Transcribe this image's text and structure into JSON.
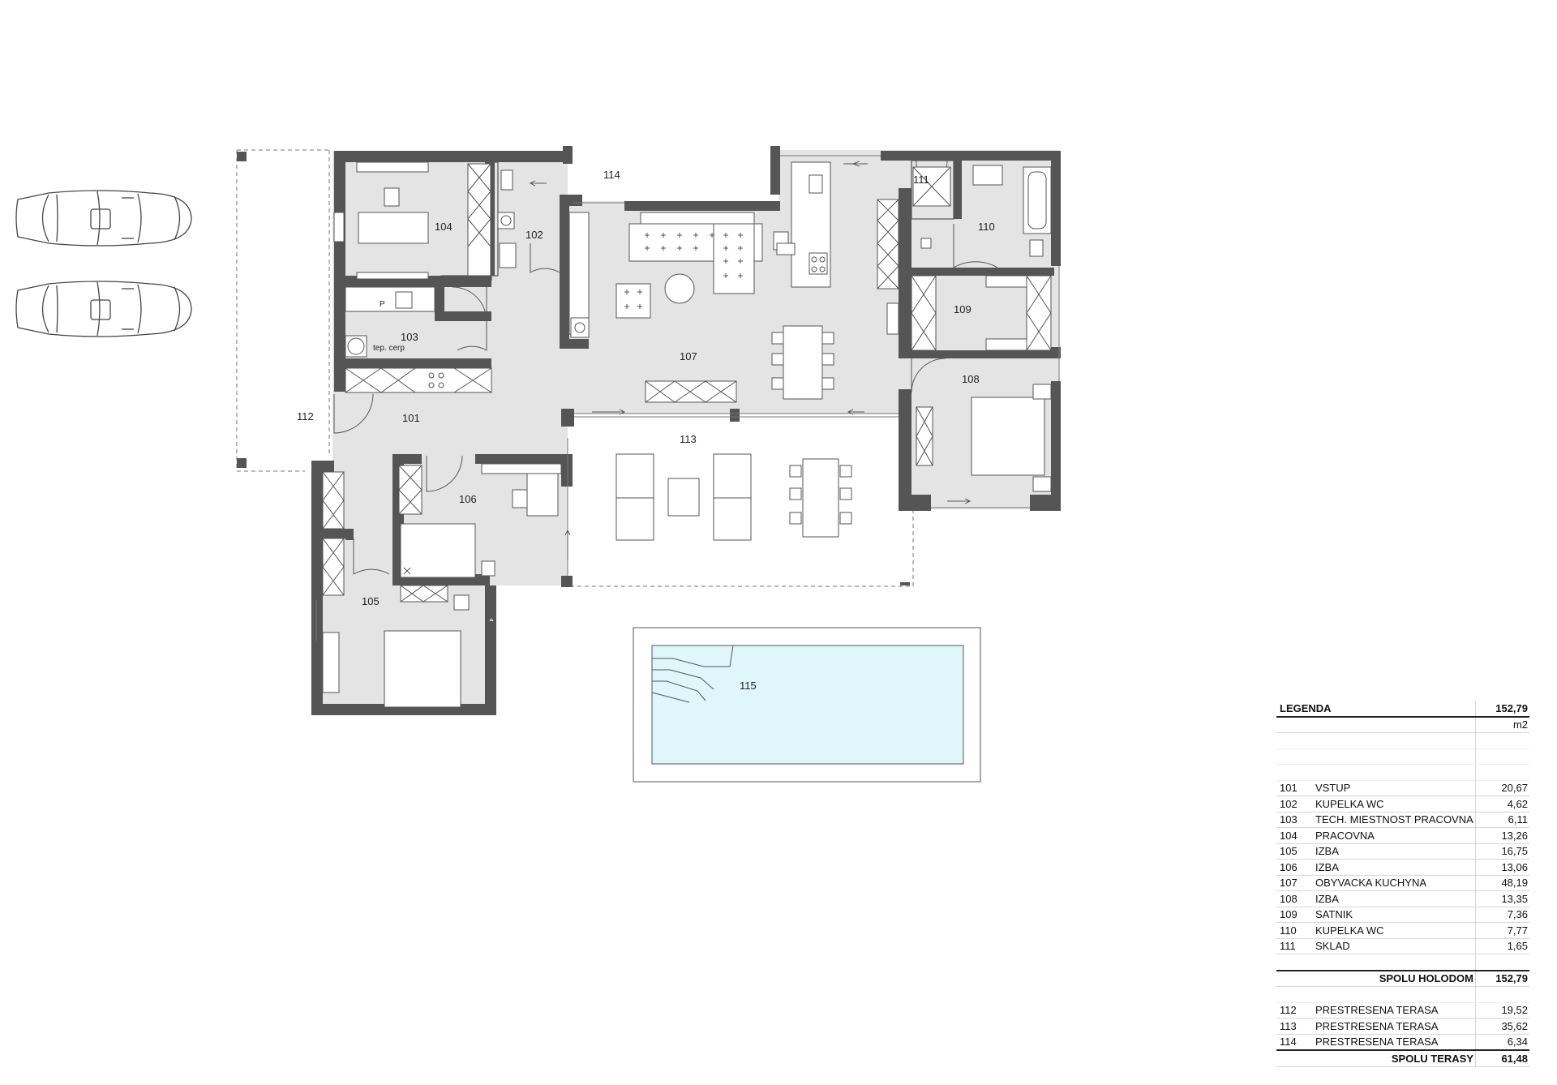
{
  "plan": {
    "rooms": [
      {
        "id": "101",
        "label": "101"
      },
      {
        "id": "102",
        "label": "102"
      },
      {
        "id": "103",
        "label": "103"
      },
      {
        "id": "104",
        "label": "104"
      },
      {
        "id": "105",
        "label": "105"
      },
      {
        "id": "106",
        "label": "106"
      },
      {
        "id": "107",
        "label": "107"
      },
      {
        "id": "108",
        "label": "108"
      },
      {
        "id": "109",
        "label": "109"
      },
      {
        "id": "110",
        "label": "110"
      },
      {
        "id": "111",
        "label": "111"
      },
      {
        "id": "112",
        "label": "112"
      },
      {
        "id": "113",
        "label": "113"
      },
      {
        "id": "114",
        "label": "114"
      },
      {
        "id": "115",
        "label": "115"
      }
    ],
    "annotations": {
      "pump_note": "tep. cerp",
      "p_mark": "P"
    },
    "colors": {
      "wall": "#555555",
      "floor": "#e4e4e4",
      "pool": "#dff6fb"
    }
  },
  "legend": {
    "title": "LEGENDA",
    "title_value": "152,79",
    "unit": "m2",
    "interior": [
      {
        "num": "101",
        "name": "VSTUP",
        "area": "20,67"
      },
      {
        "num": "102",
        "name": "KUPELKA WC",
        "area": "4,62"
      },
      {
        "num": "103",
        "name": "TECH. MIESTNOST PRACOVNA",
        "area": "6,11"
      },
      {
        "num": "104",
        "name": "PRACOVNA",
        "area": "13,26"
      },
      {
        "num": "105",
        "name": "IZBA",
        "area": "16,75"
      },
      {
        "num": "106",
        "name": "IZBA",
        "area": "13,06"
      },
      {
        "num": "107",
        "name": "OBYVACKA KUCHYNA",
        "area": "48,19"
      },
      {
        "num": "108",
        "name": "IZBA",
        "area": "13,35"
      },
      {
        "num": "109",
        "name": "SATNIK",
        "area": "7,36"
      },
      {
        "num": "110",
        "name": "KUPELKA WC",
        "area": "7,77"
      },
      {
        "num": "111",
        "name": "SKLAD",
        "area": "1,65"
      }
    ],
    "interior_total_label": "SPOLU HOLODOM",
    "interior_total_value": "152,79",
    "terraces": [
      {
        "num": "112",
        "name": "PRESTRESENA TERASA",
        "area": "19,52"
      },
      {
        "num": "113",
        "name": "PRESTRESENA TERASA",
        "area": "35,62"
      },
      {
        "num": "114",
        "name": "PRESTRESENA TERASA",
        "area": "6,34"
      }
    ],
    "terrace_total_label": "SPOLU TERASY",
    "terrace_total_value": "61,48"
  }
}
